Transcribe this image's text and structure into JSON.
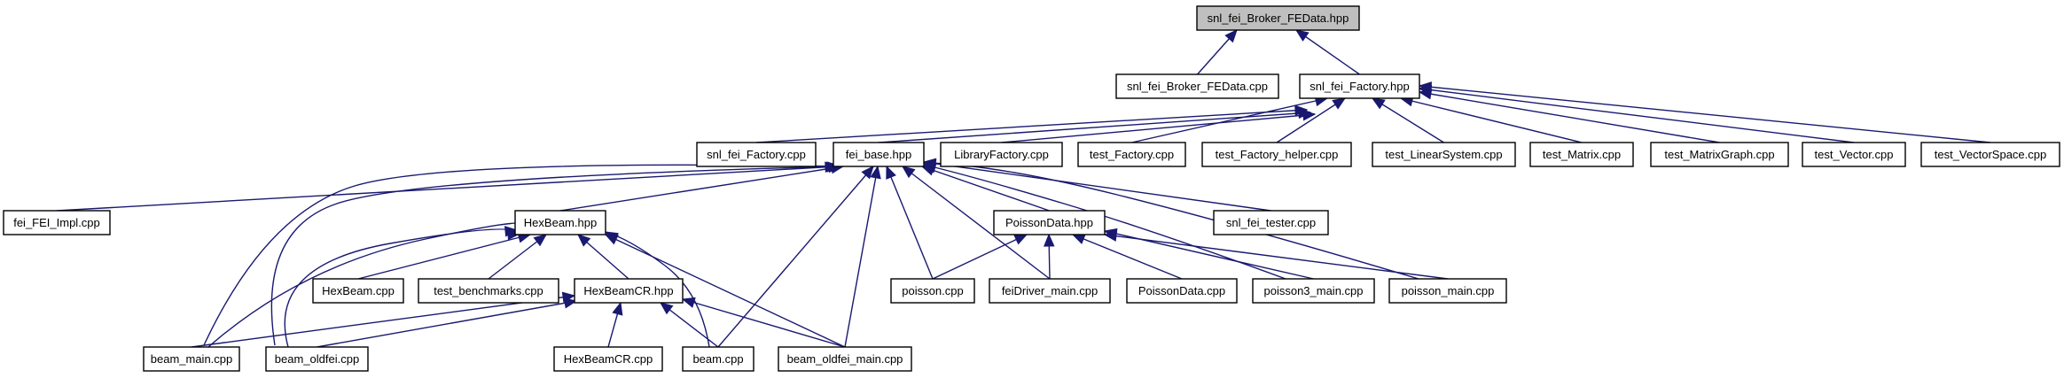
{
  "diagram": {
    "kind": "include dependency graph",
    "colors": {
      "edge": "#191970",
      "root_fill": "#bfbfbf",
      "node_fill": "#ffffff",
      "node_border": "#000000"
    },
    "nodes": [
      {
        "id": "root",
        "label": "snl_fei_Broker_FEData.hpp",
        "root": true
      },
      {
        "id": "broker_cpp",
        "label": "snl_fei_Broker_FEData.cpp"
      },
      {
        "id": "factory_hpp",
        "label": "snl_fei_Factory.hpp"
      },
      {
        "id": "factory_cpp",
        "label": "snl_fei_Factory.cpp"
      },
      {
        "id": "fei_base",
        "label": "fei_base.hpp"
      },
      {
        "id": "libfactory",
        "label": "LibraryFactory.cpp"
      },
      {
        "id": "test_factory",
        "label": "test_Factory.cpp"
      },
      {
        "id": "test_factory_helper",
        "label": "test_Factory_helper.cpp"
      },
      {
        "id": "test_linsys",
        "label": "test_LinearSystem.cpp"
      },
      {
        "id": "test_matrix",
        "label": "test_Matrix.cpp"
      },
      {
        "id": "test_matrixgraph",
        "label": "test_MatrixGraph.cpp"
      },
      {
        "id": "test_vector",
        "label": "test_Vector.cpp"
      },
      {
        "id": "test_vectorspace",
        "label": "test_VectorSpace.cpp"
      },
      {
        "id": "fei_impl",
        "label": "fei_FEI_Impl.cpp"
      },
      {
        "id": "hexbeam_hpp",
        "label": "HexBeam.hpp"
      },
      {
        "id": "poissondata_hpp",
        "label": "PoissonData.hpp"
      },
      {
        "id": "tester",
        "label": "snl_fei_tester.cpp"
      },
      {
        "id": "hexbeam_cpp",
        "label": "HexBeam.cpp"
      },
      {
        "id": "test_bench",
        "label": "test_benchmarks.cpp"
      },
      {
        "id": "hexbeamcr_hpp",
        "label": "HexBeamCR.hpp"
      },
      {
        "id": "poisson_cpp",
        "label": "poisson.cpp"
      },
      {
        "id": "feidriver",
        "label": "feiDriver_main.cpp"
      },
      {
        "id": "poissondata_cpp",
        "label": "PoissonData.cpp"
      },
      {
        "id": "poisson3",
        "label": "poisson3_main.cpp"
      },
      {
        "id": "poisson_main",
        "label": "poisson_main.cpp"
      },
      {
        "id": "beam_main",
        "label": "beam_main.cpp"
      },
      {
        "id": "beam_oldfei",
        "label": "beam_oldfei.cpp"
      },
      {
        "id": "hexbeamcr_cpp",
        "label": "HexBeamCR.cpp"
      },
      {
        "id": "beam_cpp",
        "label": "beam.cpp"
      },
      {
        "id": "beam_oldfei_main",
        "label": "beam_oldfei_main.cpp"
      }
    ],
    "edges": [
      [
        "broker_cpp",
        "root"
      ],
      [
        "factory_hpp",
        "root"
      ],
      [
        "factory_cpp",
        "factory_hpp"
      ],
      [
        "fei_base",
        "factory_hpp"
      ],
      [
        "libfactory",
        "factory_hpp"
      ],
      [
        "test_factory",
        "factory_hpp"
      ],
      [
        "test_factory_helper",
        "factory_hpp"
      ],
      [
        "test_linsys",
        "factory_hpp"
      ],
      [
        "test_matrix",
        "factory_hpp"
      ],
      [
        "test_matrixgraph",
        "factory_hpp"
      ],
      [
        "test_vector",
        "factory_hpp"
      ],
      [
        "test_vectorspace",
        "factory_hpp"
      ],
      [
        "fei_impl",
        "fei_base"
      ],
      [
        "hexbeam_hpp",
        "fei_base"
      ],
      [
        "poissondata_hpp",
        "fei_base"
      ],
      [
        "tester",
        "fei_base"
      ],
      [
        "poisson_cpp",
        "fei_base"
      ],
      [
        "feidriver",
        "fei_base"
      ],
      [
        "poisson3",
        "fei_base"
      ],
      [
        "poisson_main",
        "fei_base"
      ],
      [
        "beam_main",
        "fei_base"
      ],
      [
        "beam_oldfei",
        "fei_base"
      ],
      [
        "beam_cpp",
        "fei_base"
      ],
      [
        "beam_oldfei_main",
        "fei_base"
      ],
      [
        "hexbeam_cpp",
        "hexbeam_hpp"
      ],
      [
        "test_bench",
        "hexbeam_hpp"
      ],
      [
        "hexbeamcr_hpp",
        "hexbeam_hpp"
      ],
      [
        "beam_main",
        "hexbeam_hpp"
      ],
      [
        "beam_oldfei",
        "hexbeam_hpp"
      ],
      [
        "beam_cpp",
        "hexbeam_hpp"
      ],
      [
        "beam_oldfei_main",
        "hexbeam_hpp"
      ],
      [
        "poisson_cpp",
        "poissondata_hpp"
      ],
      [
        "feidriver",
        "poissondata_hpp"
      ],
      [
        "poissondata_cpp",
        "poissondata_hpp"
      ],
      [
        "poisson3",
        "poissondata_hpp"
      ],
      [
        "poisson_main",
        "poissondata_hpp"
      ],
      [
        "beam_main",
        "hexbeamcr_hpp"
      ],
      [
        "beam_oldfei",
        "hexbeamcr_hpp"
      ],
      [
        "hexbeamcr_cpp",
        "hexbeamcr_hpp"
      ],
      [
        "beam_cpp",
        "hexbeamcr_hpp"
      ],
      [
        "beam_oldfei_main",
        "hexbeamcr_hpp"
      ]
    ]
  }
}
